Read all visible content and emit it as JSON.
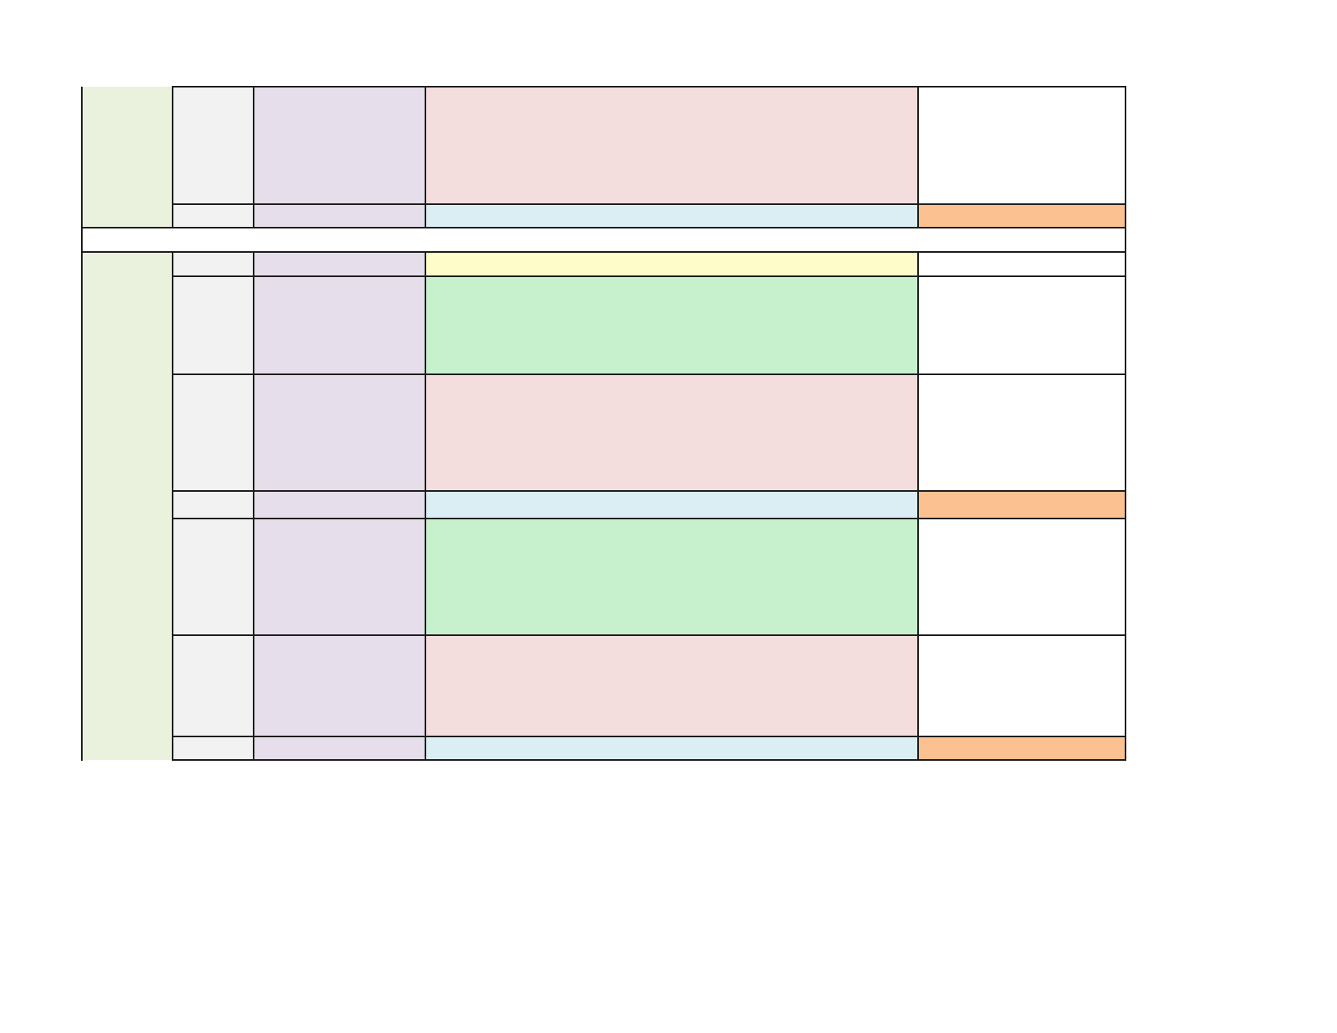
{
  "document": {
    "type": "spreadsheet-print-page",
    "text_visible": false
  },
  "colors": {
    "group_column": "#eaf2de",
    "column_b": "#f2f2f2",
    "column_c": "#e6dfeb",
    "pink": "#f3dddd",
    "light_blue": "#dbeef3",
    "yellow": "#fefdc9",
    "green": "#c7f0cc",
    "orange": "#fbc190",
    "white": "#ffffff",
    "grid_line": "#1b1b1b"
  },
  "sections": [
    {
      "group_label": "",
      "rows": [
        {
          "kind": "detail",
          "col_b": "",
          "col_c": "",
          "col_d": "",
          "col_e": "",
          "d_fill": "pink",
          "e_fill": "white"
        },
        {
          "kind": "summary",
          "col_b": "",
          "col_c": "",
          "col_d": "",
          "col_e": "",
          "d_fill": "light_blue",
          "e_fill": "orange"
        }
      ]
    },
    {
      "group_label": "",
      "rows": [
        {
          "kind": "header",
          "col_b": "",
          "col_c": "",
          "col_d": "",
          "col_e": "",
          "d_fill": "yellow",
          "e_fill": "white"
        },
        {
          "kind": "detail",
          "col_b": "",
          "col_c": "",
          "col_d": "",
          "col_e": "",
          "d_fill": "green",
          "e_fill": "white"
        },
        {
          "kind": "detail",
          "col_b": "",
          "col_c": "",
          "col_d": "",
          "col_e": "",
          "d_fill": "pink",
          "e_fill": "white"
        },
        {
          "kind": "summary",
          "col_b": "",
          "col_c": "",
          "col_d": "",
          "col_e": "",
          "d_fill": "light_blue",
          "e_fill": "orange"
        },
        {
          "kind": "detail",
          "col_b": "",
          "col_c": "",
          "col_d": "",
          "col_e": "",
          "d_fill": "green",
          "e_fill": "white"
        },
        {
          "kind": "detail",
          "col_b": "",
          "col_c": "",
          "col_d": "",
          "col_e": "",
          "d_fill": "pink",
          "e_fill": "white"
        },
        {
          "kind": "summary",
          "col_b": "",
          "col_c": "",
          "col_d": "",
          "col_e": "",
          "d_fill": "light_blue",
          "e_fill": "orange"
        }
      ]
    }
  ],
  "separator_row": {
    "text": ""
  }
}
